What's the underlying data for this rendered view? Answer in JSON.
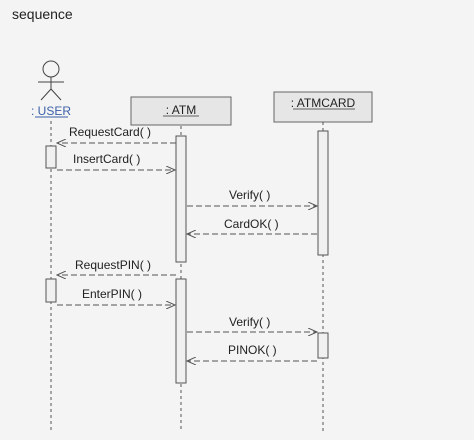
{
  "title": "sequence",
  "participants": {
    "user": {
      "label": ": USER"
    },
    "atm": {
      "label": ": ATM"
    },
    "atmcard": {
      "label": ": ATMCARD"
    }
  },
  "messages": [
    {
      "id": "request-card",
      "label": "RequestCard( )"
    },
    {
      "id": "insert-card",
      "label": "InsertCard( )"
    },
    {
      "id": "verify-1",
      "label": "Verify( )"
    },
    {
      "id": "card-ok",
      "label": "CardOK( )"
    },
    {
      "id": "request-pin",
      "label": "RequestPIN( )"
    },
    {
      "id": "enter-pin",
      "label": "EnterPIN( )"
    },
    {
      "id": "verify-2",
      "label": "Verify( )"
    },
    {
      "id": "pin-ok",
      "label": "PINOK( )"
    }
  ],
  "colors": {
    "box_fill": "#e6e6e6",
    "line": "#555555",
    "text": "#222222",
    "link_text": "#3a5fa8"
  }
}
